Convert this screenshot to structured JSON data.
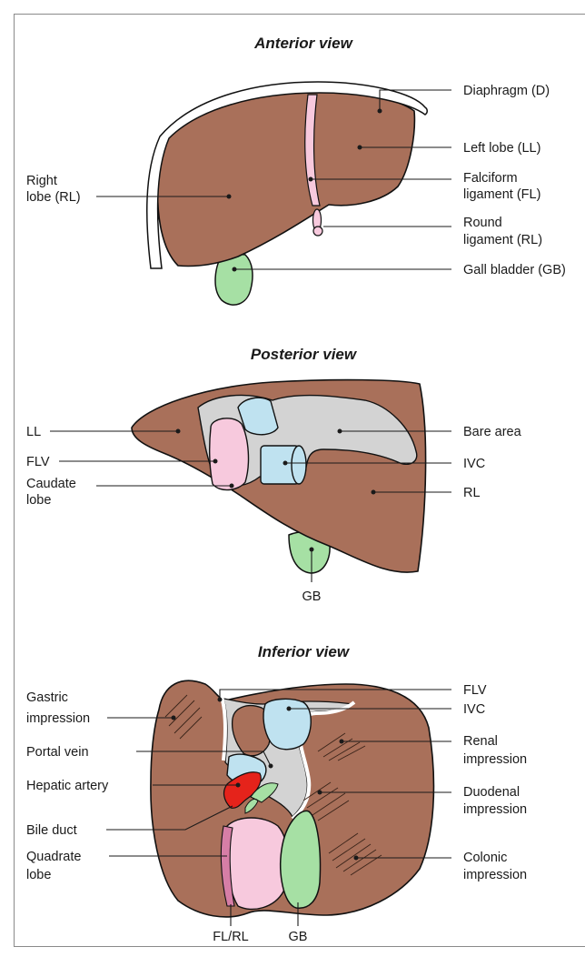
{
  "colors": {
    "liver": "#a9705a",
    "bare_area": "#d3d3d3",
    "ivc": "#bfe2f0",
    "gall_bladder": "#a6e0a4",
    "ligament_pink": "#f7c9dd",
    "hepatic_artery": "#e5231b",
    "border": "#8a8a8a"
  },
  "anterior": {
    "title": "Anterior view",
    "labels": {
      "diaphragm": "Diaphragm (D)",
      "left_lobe": "Left lobe (LL)",
      "right_lobe_1": "Right",
      "right_lobe_2": "lobe (RL)",
      "falciform_1": "Falciform",
      "falciform_2": "ligament (FL)",
      "round_1": "Round",
      "round_2": "ligament (RL)",
      "gall_bladder": "Gall bladder (GB)"
    }
  },
  "posterior": {
    "title": "Posterior view",
    "labels": {
      "ll": "LL",
      "flv": "FLV",
      "caudate_1": "Caudate",
      "caudate_2": "lobe",
      "bare_area": "Bare area",
      "ivc": "IVC",
      "rl": "RL",
      "gb": "GB"
    }
  },
  "inferior": {
    "title": "Inferior view",
    "labels": {
      "gastric_1": "Gastric",
      "gastric_2": "impression",
      "portal_vein": "Portal vein",
      "hepatic_artery": "Hepatic artery",
      "bile_duct": "Bile duct",
      "quadrate_1": "Quadrate",
      "quadrate_2": "lobe",
      "flv": "FLV",
      "ivc": "IVC",
      "renal_1": "Renal",
      "renal_2": "impression",
      "duodenal_1": "Duodenal",
      "duodenal_2": "impression",
      "colonic_1": "Colonic",
      "colonic_2": "impression",
      "fl_rl": "FL/RL",
      "gb": "GB"
    }
  }
}
